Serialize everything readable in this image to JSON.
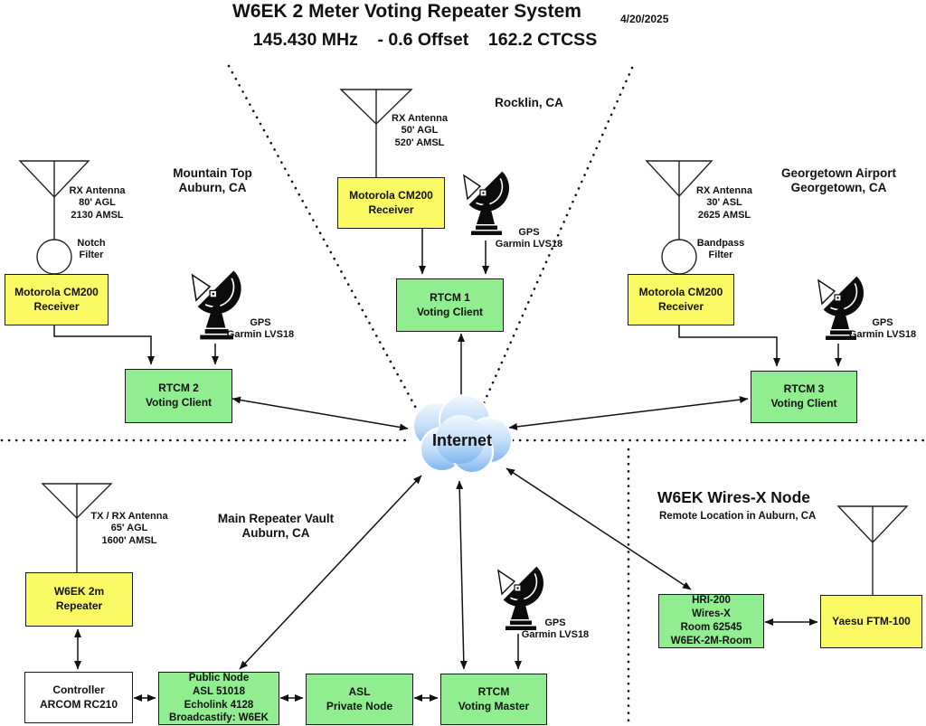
{
  "title": {
    "main": "W6EK 2 Meter Voting Repeater System",
    "date": "4/20/2025",
    "subtitle": "145.430 MHz    - 0.6 Offset    162.2 CTCSS"
  },
  "internet": {
    "label": "Internet"
  },
  "sections": {
    "mountain_top": {
      "header": "Mountain Top\nAuburn, CA",
      "antenna_label": "RX Antenna\n80' AGL\n2130 AMSL",
      "filter_label": "Notch\nFilter",
      "receiver_label": "Motorola CM200\nReceiver",
      "gps_label": "GPS\nGarmin LVS18",
      "rtcm_label": "RTCM 2\nVoting Client"
    },
    "rocklin": {
      "header": "Rocklin, CA",
      "antenna_label": "RX Antenna\n50' AGL\n520' AMSL",
      "receiver_label": "Motorola CM200\nReceiver",
      "gps_label": "GPS\nGarmin LVS18",
      "rtcm_label": "RTCM 1\nVoting Client"
    },
    "georgetown": {
      "header": "Georgetown Airport\nGeorgetown, CA",
      "antenna_label": "RX Antenna\n30' ASL\n2625 AMSL",
      "filter_label": "Bandpass\nFilter",
      "receiver_label": "Motorola CM200\nReceiver",
      "gps_label": "GPS\nGarmin LVS18",
      "rtcm_label": "RTCM 3\nVoting Client"
    },
    "main_vault": {
      "header": "Main Repeater Vault\nAuburn, CA",
      "antenna_label": "TX / RX Antenna\n65' AGL\n1600' AMSL",
      "repeater_label": "W6EK 2m\nRepeater",
      "controller_label": "Controller\nARCOM RC210",
      "public_node_label": "Public Node\nASL 51018\nEcholink 4128\nBroadcastify: W6EK",
      "asl_label": "ASL\nPrivate Node",
      "voting_master_label": "RTCM\nVoting Master",
      "gps_label": "GPS\nGarmin LVS18"
    },
    "wiresx": {
      "header": "W6EK Wires-X Node",
      "subheader": "Remote Location in Auburn, CA",
      "hri_label": "HRI-200\nWires-X\nRoom 62545\nW6EK-2M-Room",
      "yaesu_label": "Yaesu FTM-100"
    }
  },
  "icons": {
    "gps": "satellite-dish-icon",
    "antenna": "antenna-icon",
    "filter": "inline-filter-icon",
    "internet": "cloud-icon"
  },
  "colors": {
    "receiver_yellow": "#FBF964",
    "client_green": "#90EE90",
    "controller_white": "#FFFFFF",
    "cloud_light": "#F2F9FF",
    "cloud_dark": "#7FB5EF",
    "line": "#111111"
  }
}
